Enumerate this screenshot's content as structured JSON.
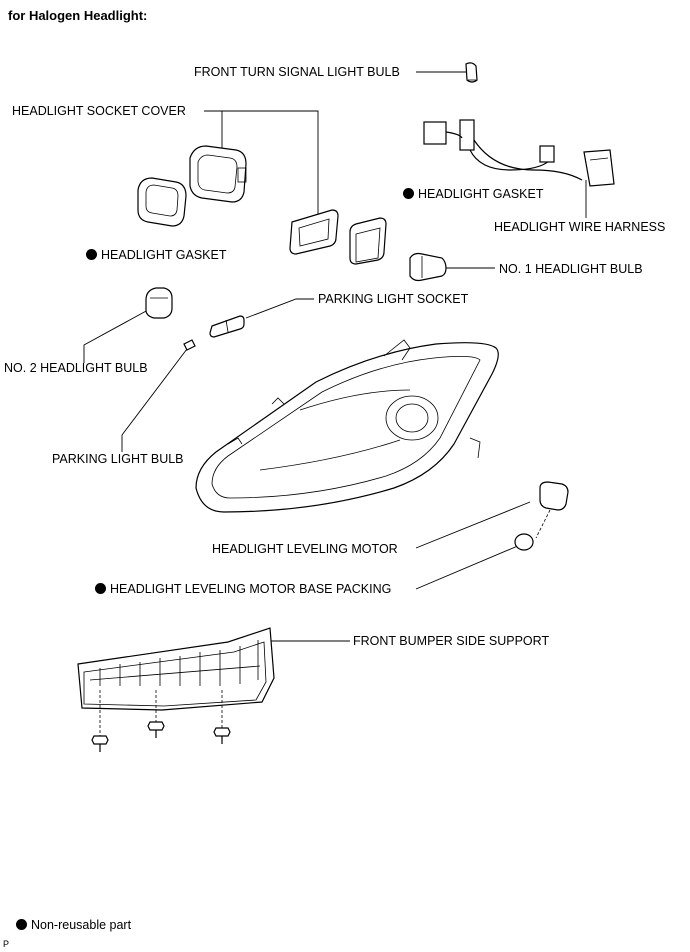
{
  "header": {
    "title": "for Halogen Headlight:"
  },
  "labels": {
    "front_turn_signal_light_bulb": "FRONT TURN SIGNAL LIGHT BULB",
    "headlight_socket_cover": "HEADLIGHT SOCKET COVER",
    "headlight_gasket_right": "HEADLIGHT GASKET",
    "headlight_wire_harness": "HEADLIGHT WIRE HARNESS",
    "headlight_gasket_left": "HEADLIGHT GASKET",
    "no1_headlight_bulb": "NO. 1 HEADLIGHT BULB",
    "parking_light_socket": "PARKING LIGHT SOCKET",
    "no2_headlight_bulb": "NO. 2 HEADLIGHT BULB",
    "parking_light_bulb": "PARKING LIGHT BULB",
    "headlight_leveling_motor": "HEADLIGHT LEVELING MOTOR",
    "headlight_leveling_motor_base_packing": "HEADLIGHT LEVELING MOTOR BASE PACKING",
    "front_bumper_side_support": "FRONT BUMPER SIDE SUPPORT"
  },
  "legend": {
    "text": "Non-reusable part"
  },
  "footer": {
    "doc_id": "P"
  }
}
